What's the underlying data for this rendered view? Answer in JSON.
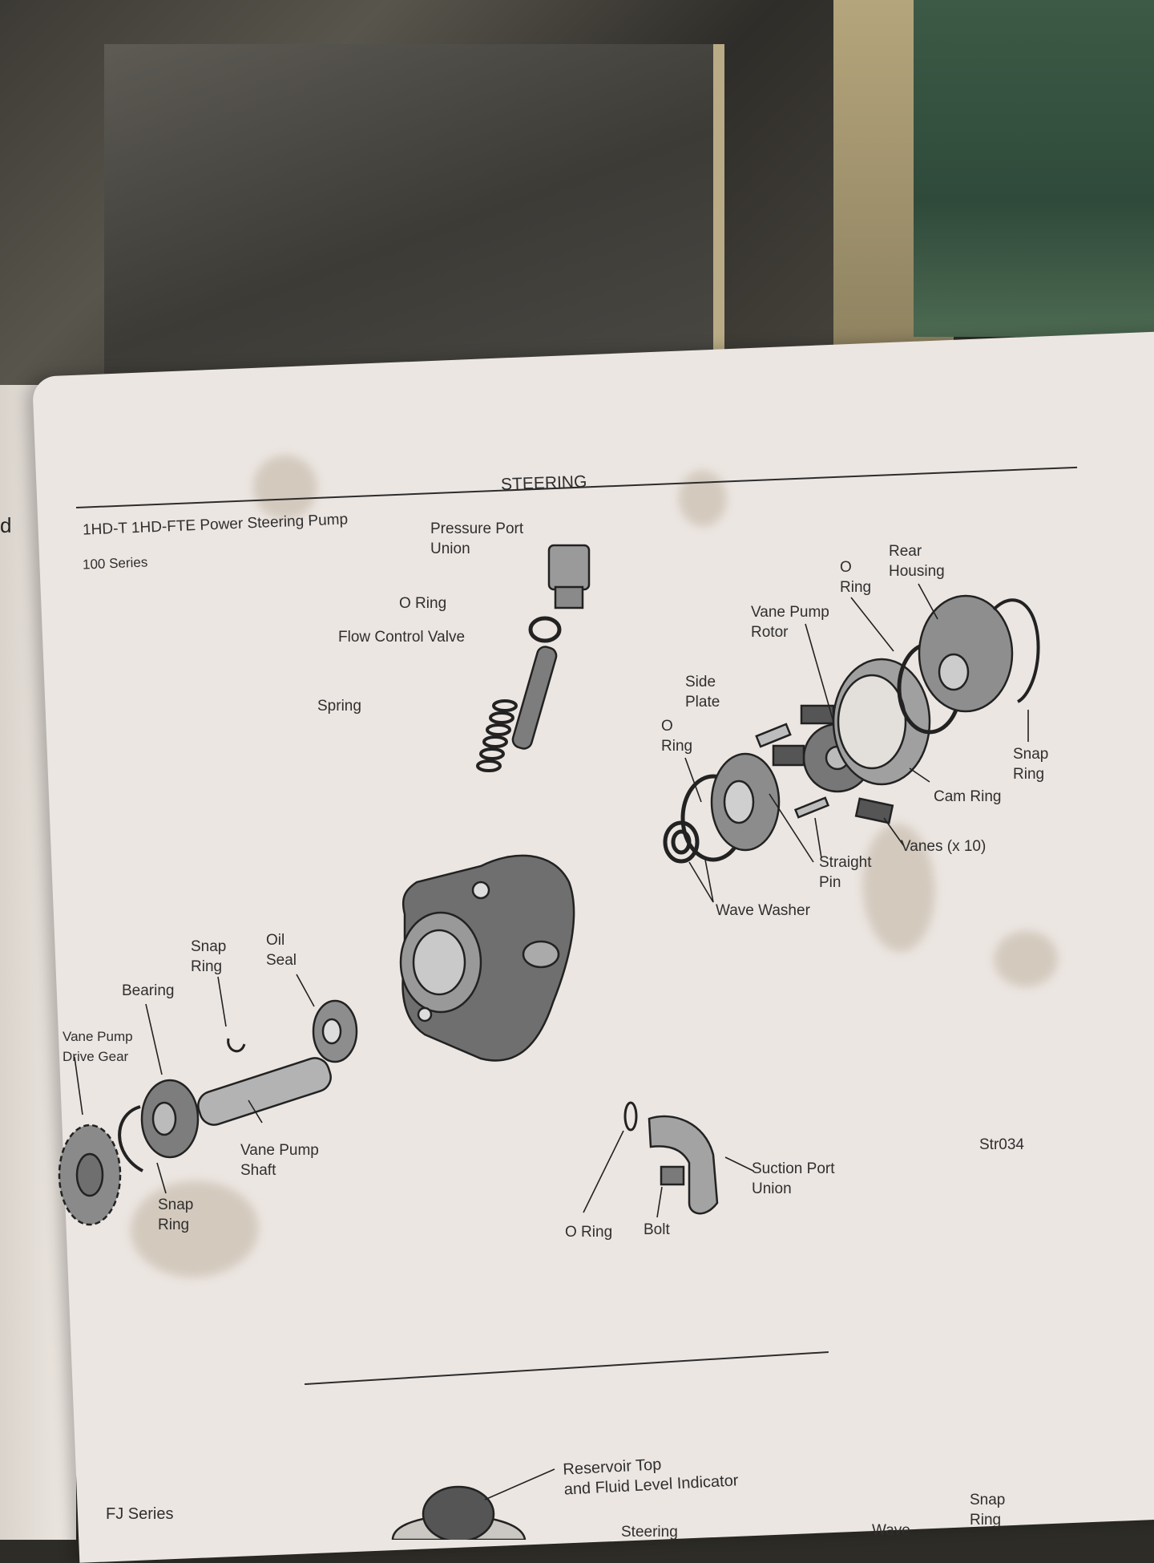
{
  "header": {
    "section": "STEERING"
  },
  "diagram": {
    "title": "1HD-T 1HD-FTE Power Steering Pump",
    "subtitle": "100 Series",
    "figure_id": "Str034",
    "labels": {
      "pressure_port_union": "Pressure Port\nUnion",
      "o_ring_top": "O Ring",
      "flow_control_valve": "Flow Control Valve",
      "spring": "Spring",
      "side_plate": "Side\nPlate",
      "vane_pump_rotor": "Vane Pump\nRotor",
      "o_ring_right": "O\nRing",
      "rear_housing": "Rear\nHousing",
      "o_ring_left": "O\nRing",
      "snap_ring_right": "Snap\nRing",
      "cam_ring": "Cam Ring",
      "vanes": "Vanes (x 10)",
      "straight_pin": "Straight\nPin",
      "wave_washer": "Wave Washer",
      "snap_ring_shaft": "Snap\nRing",
      "oil_seal": "Oil\nSeal",
      "bearing": "Bearing",
      "vane_pump_drive_gear": "Vane Pump\nDrive Gear",
      "vane_pump_shaft": "Vane Pump\nShaft",
      "snap_ring_bottom": "Snap\nRing",
      "suction_port_union": "Suction Port\nUnion",
      "o_ring_bottom": "O Ring",
      "bolt": "Bolt"
    }
  },
  "next_section": {
    "title": "FJ Series",
    "labels": {
      "reservoir": "Reservoir Top\nand Fluid Level Indicator",
      "steering": "Steering",
      "wave": "Wave",
      "snap_ring": "Snap\nRing"
    }
  }
}
